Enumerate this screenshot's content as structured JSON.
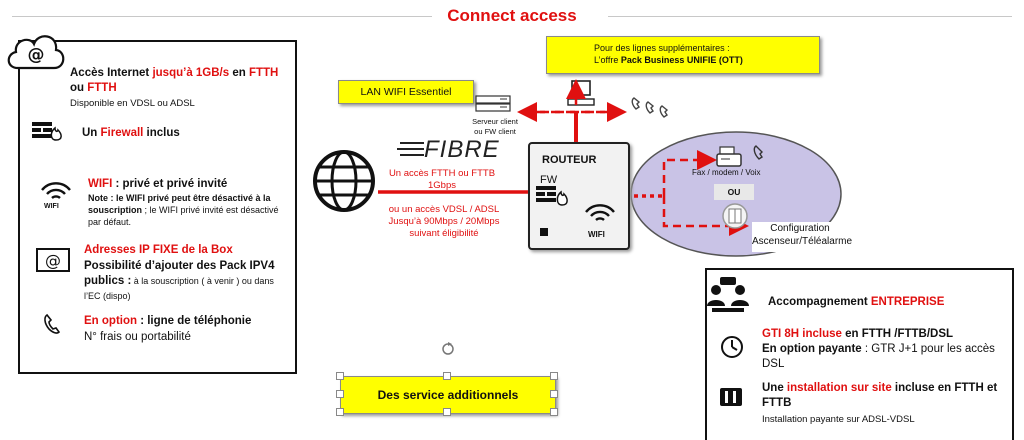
{
  "title": "Connect access",
  "left_panel": {
    "internet": {
      "prefix": "Accès Internet ",
      "highlight": "jusqu’à 1GB/s",
      "mid": " en ",
      "ftth_ftth": "FTTH",
      "ou": "ou ",
      "ftth": "FTTH",
      "sub": "Disponible en VDSL ou ADSL"
    },
    "firewall": {
      "prefix": "Un ",
      "highlight": "Firewall",
      "suffix": " inclus"
    },
    "wifi": {
      "icon_label": "WIFI",
      "highlight": "WIFI",
      "title_rest": " : privé et privé invité",
      "note_bold": "Note : le WIFI privé peut être désactivé à la souscription",
      "note_rest": " ; le WIFI privé invité est désactivé par défaut."
    },
    "ip": {
      "highlight": "Adresses IP FIXE  de la Box",
      "bold": "Possibilité d’ajouter des Pack IPV4 publics :",
      "rest": " à la souscription ( à venir ) ou dans l’EC (dispo)"
    },
    "phone": {
      "highlight": "En option",
      "rest": " : ligne de téléphonie",
      "sub": "N° frais ou portabilité"
    }
  },
  "diagram": {
    "lan_wifi": "LAN WIFI Essentiel",
    "business_line1": "Pour des lignes supplémentaires :",
    "business_line2_prefix": "L’offre ",
    "business_line2_bold": "Pack Business UNIFIE (OTT)",
    "server_label_1": "Serveur client",
    "server_label_2": "ou FW client",
    "fibre_logo": "FIBRE",
    "ftth_text_1": "Un accès FTTH ou FTTB",
    "ftth_text_2": "1Gbps",
    "vdsl_text_1": "ou un accès VDSL / ADSL",
    "vdsl_text_2": "Jusqu’à 90Mbps / 20Mbps",
    "vdsl_text_3": "suivant éligibilité",
    "router_title": "ROUTEUR",
    "router_fw": "FW",
    "router_wifi": "WIFI",
    "fax_label": "Fax / modem / Voix",
    "ou_label": "OU",
    "config_1": "Configuration",
    "config_2": "Ascenseur/Téléalarme",
    "additional_services": "Des service additionnels"
  },
  "right_panel": {
    "heading_prefix": "Accompagnement ",
    "heading_highlight": "ENTREPRISE",
    "gti_highlight": "GTI 8H incluse",
    "gti_rest": " en FTTH /FTTB/DSL",
    "option_bold": "En option payante",
    "option_rest": " : GTR J+1 pour les accès DSL",
    "install_prefix": "Une ",
    "install_highlight": "installation sur site",
    "install_rest": " incluse en FTTH et FTTB",
    "install_sub": "Installation payante sur ADSL-VDSL"
  },
  "colors": {
    "accent_red": "#e01010",
    "highlight_yellow": "#ffff00",
    "ellipse_fill": "#c9c3e6"
  }
}
